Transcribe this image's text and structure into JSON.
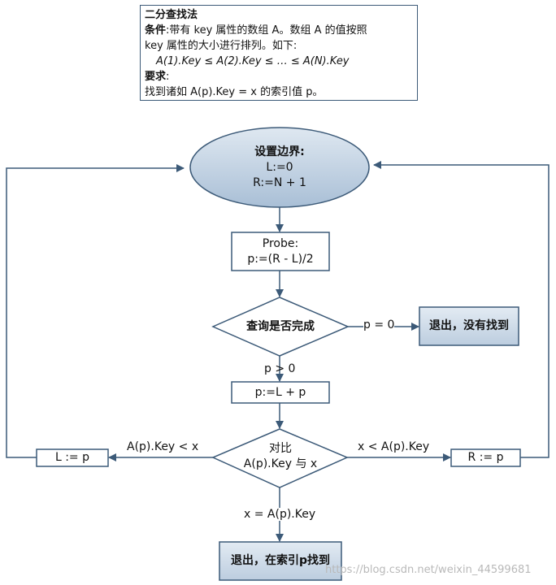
{
  "description": {
    "title": "二分查找法",
    "condition_label": "条件",
    "condition_text": ":带有 key 属性的数组 A。数组 A 的值按照",
    "condition_text2": "key 属性的大小进行排列。如下:",
    "formula": "A(1).Key ≤ A(2).Key ≤ … ≤ A(N).Key",
    "requirement_label": "要求",
    "requirement_colon": ":",
    "requirement_text": "找到诸如 A(p).Key = x 的索引值 p。"
  },
  "nodes": {
    "set_bounds": [
      "设置边界:",
      "L:=0",
      "R:=N + 1"
    ],
    "probe": [
      "Probe:",
      "p:=(R - L)/2"
    ],
    "check_done": "查询是否完成",
    "exit_not_found": "退出，没有找到",
    "p_assign": "p:=L + p",
    "compare": [
      "对比",
      "A(p).Key 与 x"
    ],
    "l_assign": "L := p",
    "r_assign": "R := p",
    "exit_found": "退出，在索引p找到"
  },
  "edges": {
    "p_eq_zero": "p = 0",
    "p_gt_zero": "p > 0",
    "key_lt_x": "A(p).Key < x",
    "x_lt_key": "x < A(p).Key",
    "x_eq_key": "x = A(p).Key"
  },
  "watermark": "https://blog.csdn.net/weixin_44599681",
  "colors": {
    "line": "#3c5a78",
    "ellipse_fill_top": "#dfe8f1",
    "ellipse_fill_bottom": "#a9bfd6",
    "box_fill_top": "#e3ebf3",
    "box_fill_bottom": "#bccddf"
  }
}
